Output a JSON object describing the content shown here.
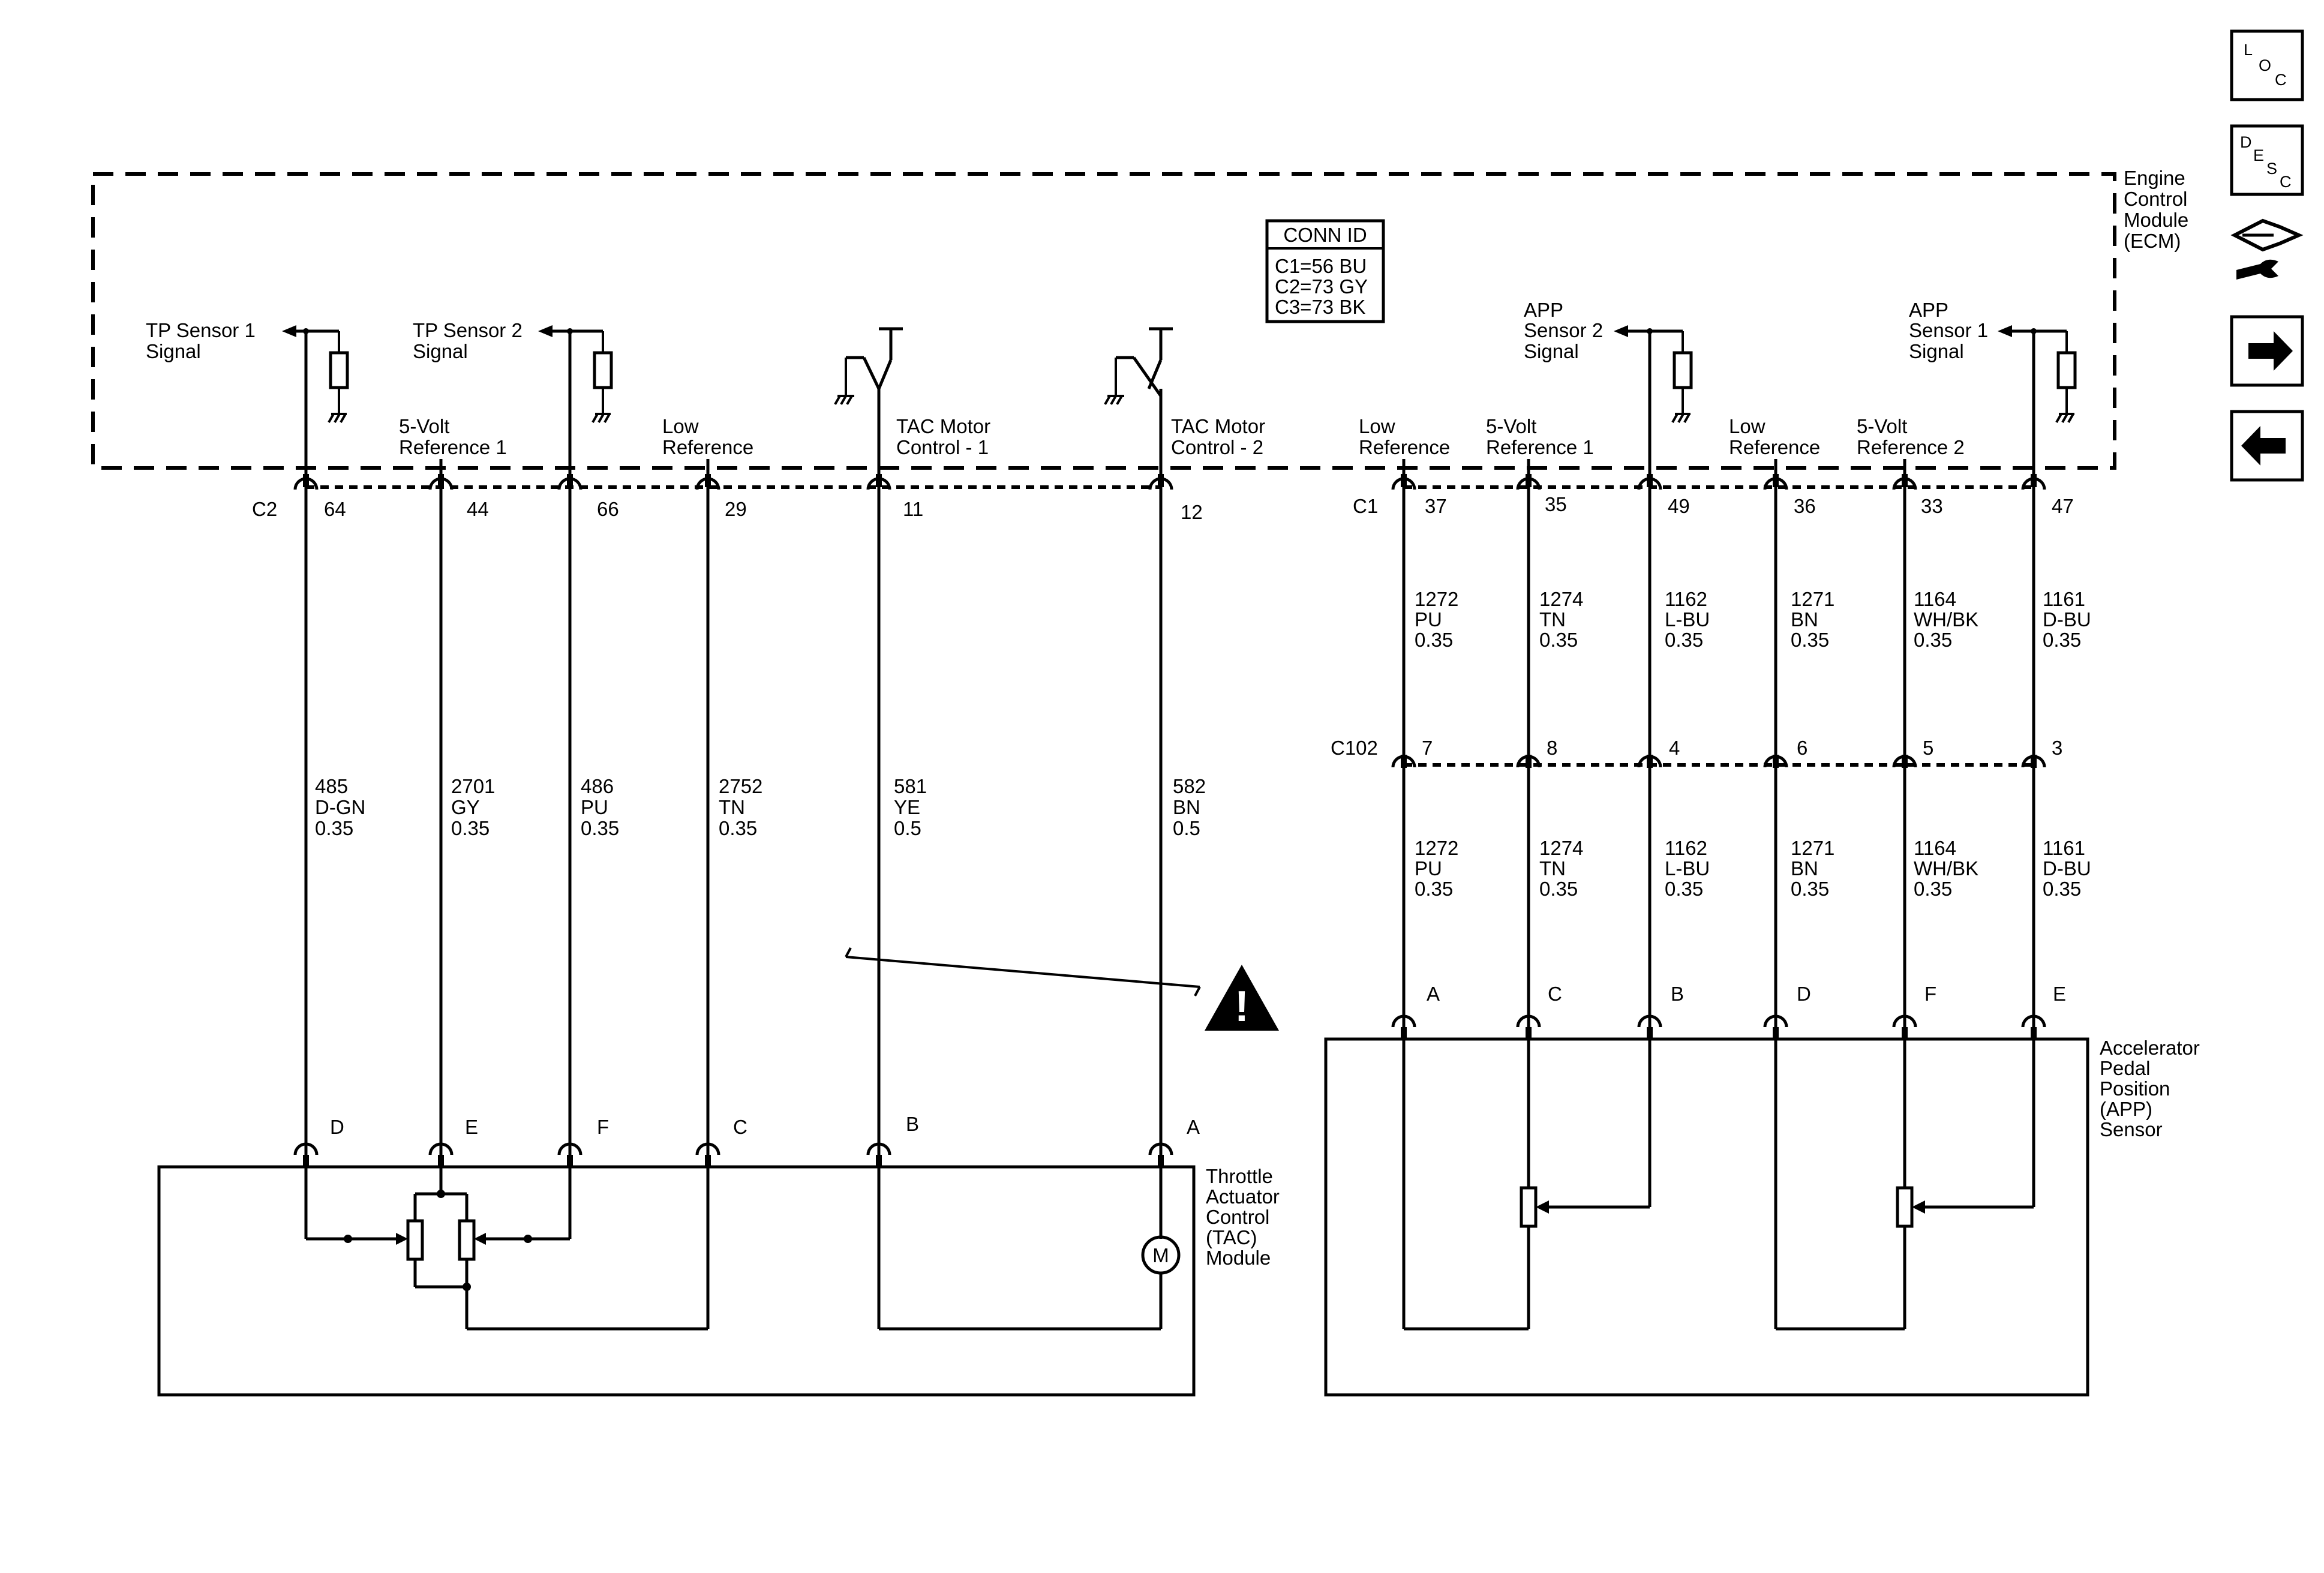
{
  "ecm": {
    "label_lines": [
      "Engine",
      "Control",
      "Module",
      "(ECM)"
    ]
  },
  "conn_id": {
    "title": "CONN ID",
    "lines": [
      "C1=56 BU",
      "C2=73 GY",
      "C3=73 BK"
    ]
  },
  "connectors": {
    "c2": "C2",
    "c1": "C1",
    "c102": "C102"
  },
  "tac_module": {
    "label_lines": [
      "Throttle",
      "Actuator",
      "Control",
      "(TAC)",
      "Module"
    ],
    "motor": "M"
  },
  "app_sensor": {
    "label_lines": [
      "Accelerator",
      "Pedal",
      "Position",
      "(APP)",
      "Sensor"
    ]
  },
  "left_circuits": [
    {
      "ecm_label": [
        "TP Sensor 1",
        "Signal"
      ],
      "pin": "64",
      "wire": [
        "485",
        "D-GN",
        "0.35"
      ],
      "term": "D"
    },
    {
      "ecm_label": [
        "5-Volt",
        "Reference 1"
      ],
      "pin": "44",
      "wire": [
        "2701",
        "GY",
        "0.35"
      ],
      "term": "E"
    },
    {
      "ecm_label": [
        "TP Sensor 2",
        "Signal"
      ],
      "pin": "66",
      "wire": [
        "486",
        "PU",
        "0.35"
      ],
      "term": "F"
    },
    {
      "ecm_label": [
        "Low",
        "Reference"
      ],
      "pin": "29",
      "wire": [
        "2752",
        "TN",
        "0.35"
      ],
      "term": "C"
    },
    {
      "ecm_label": [
        "TAC Motor",
        "Control - 1"
      ],
      "pin": "11",
      "wire": [
        "581",
        "YE",
        "0.5"
      ],
      "term": "B"
    },
    {
      "ecm_label": [
        "TAC Motor",
        "Control - 2"
      ],
      "pin": "12",
      "wire": [
        "582",
        "BN",
        "0.5"
      ],
      "term": "A"
    }
  ],
  "right_circuits": [
    {
      "ecm_label": [
        "Low",
        "Reference"
      ],
      "pin": "37",
      "wire_upper": [
        "1272",
        "PU",
        "0.35"
      ],
      "c102_pin": "7",
      "wire_lower": [
        "1272",
        "PU",
        "0.35"
      ],
      "term": "A"
    },
    {
      "ecm_label": [
        "5-Volt",
        "Reference 1"
      ],
      "pin": "35",
      "wire_upper": [
        "1274",
        "TN",
        "0.35"
      ],
      "c102_pin": "8",
      "wire_lower": [
        "1274",
        "TN",
        "0.35"
      ],
      "term": "C"
    },
    {
      "ecm_label": [
        "APP",
        "Sensor 2",
        "Signal"
      ],
      "pin": "49",
      "wire_upper": [
        "1162",
        "L-BU",
        "0.35"
      ],
      "c102_pin": "4",
      "wire_lower": [
        "1162",
        "L-BU",
        "0.35"
      ],
      "term": "B"
    },
    {
      "ecm_label": [
        "Low",
        "Reference"
      ],
      "pin": "36",
      "wire_upper": [
        "1271",
        "BN",
        "0.35"
      ],
      "c102_pin": "6",
      "wire_lower": [
        "1271",
        "BN",
        "0.35"
      ],
      "term": "D"
    },
    {
      "ecm_label": [
        "5-Volt",
        "Reference 2"
      ],
      "pin": "33",
      "wire_upper": [
        "1164",
        "WH/BK",
        "0.35"
      ],
      "c102_pin": "5",
      "wire_lower": [
        "1164",
        "WH/BK",
        "0.35"
      ],
      "term": "F"
    },
    {
      "ecm_label": [
        "APP",
        "Sensor 1",
        "Signal"
      ],
      "pin": "47",
      "wire_upper": [
        "1161",
        "D-BU",
        "0.35"
      ],
      "c102_pin": "3",
      "wire_lower": [
        "1161",
        "D-BU",
        "0.35"
      ],
      "term": "E"
    }
  ],
  "nav": {
    "loc": [
      "L",
      "O",
      "C"
    ],
    "desc": [
      "D",
      "E",
      "S",
      "C"
    ],
    "icons": [
      "connector-wrench-icon",
      "arrow-right-icon",
      "arrow-left-icon"
    ]
  },
  "warning": {
    "icon": "warning-triangle-icon",
    "mark": "!"
  }
}
